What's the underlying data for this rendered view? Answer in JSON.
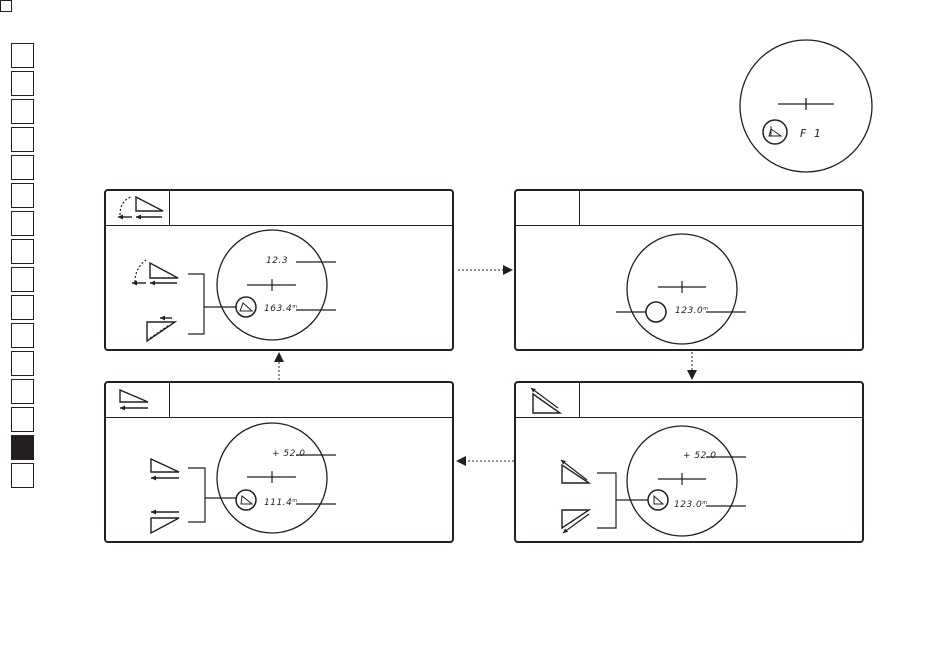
{
  "preview": {
    "mode_text": "F 1"
  },
  "panels": {
    "top_left": {
      "upper_value": "12.3",
      "lower_value": "163.4",
      "unit": "m"
    },
    "top_right": {
      "lower_value": "123.0",
      "unit": "m"
    },
    "bottom_right": {
      "upper_value": "+ 52.0",
      "lower_value": "123.0",
      "unit": "m"
    },
    "bottom_left": {
      "upper_value": "+ 52.0",
      "lower_value": "111.4",
      "unit": "m"
    }
  },
  "sidebar": {
    "tab_count": 16,
    "active_index": 14
  },
  "icons": [
    "angle-compensated-distance-icon",
    "horizontal-distance-icon",
    "height-icon",
    "target-icon",
    "flow-arrow-icon"
  ],
  "colors": {
    "ink": "#231f20",
    "background": "#ffffff"
  }
}
